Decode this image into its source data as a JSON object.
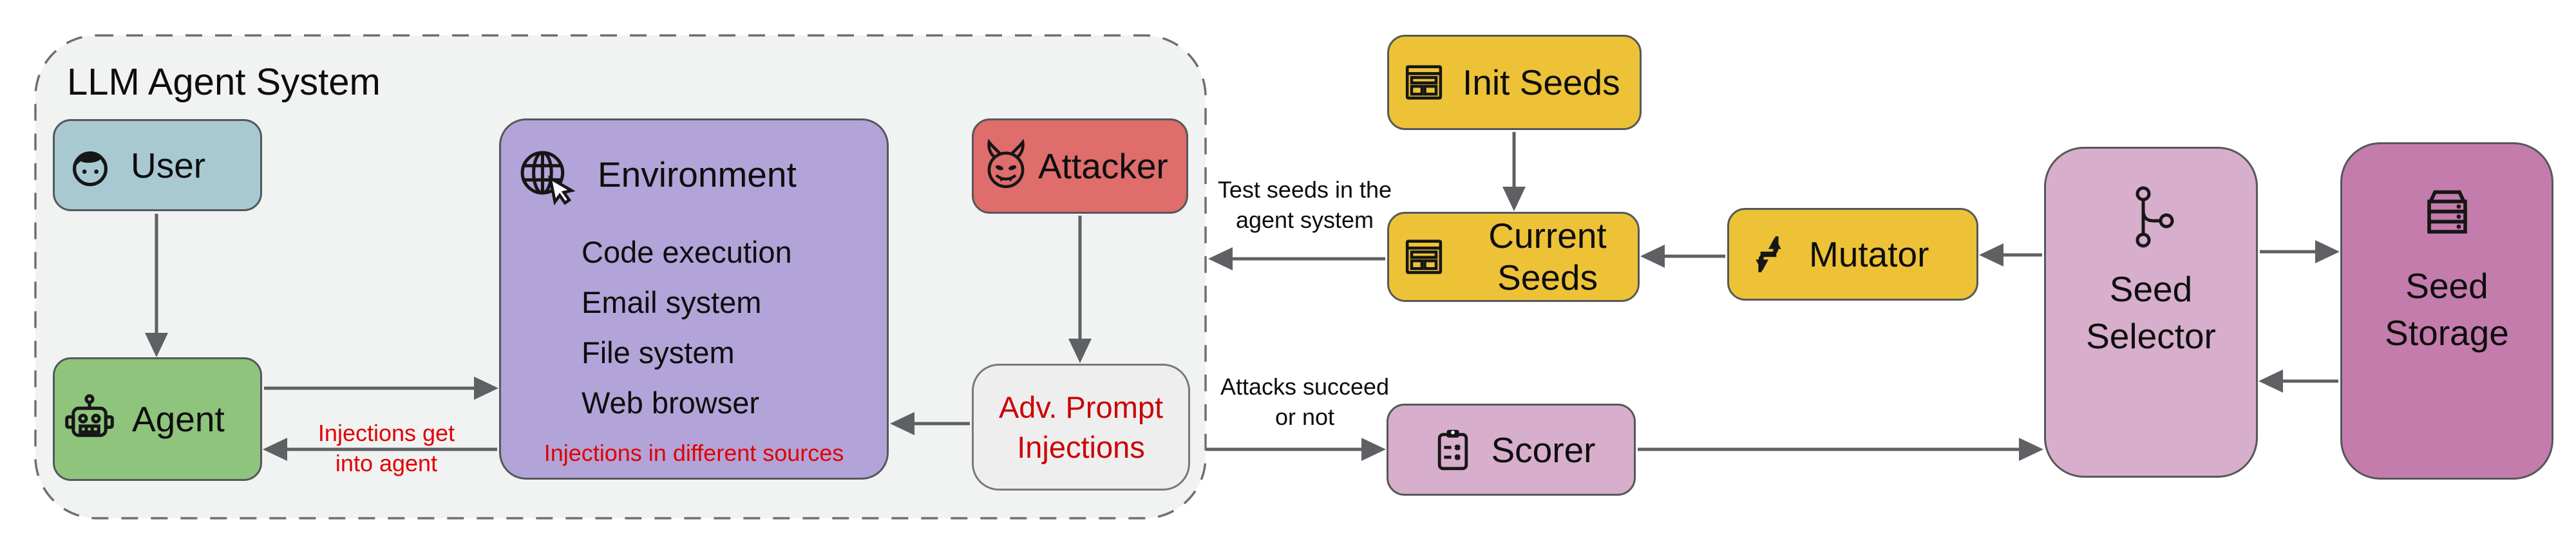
{
  "system": {
    "title": "LLM Agent System",
    "user": {
      "label": "User"
    },
    "agent": {
      "label": "Agent"
    },
    "environment": {
      "title": "Environment",
      "items": [
        "Code execution",
        "Email system",
        "File system",
        "Web browser"
      ],
      "note": "Injections in different sources"
    },
    "attacker": {
      "label": "Attacker"
    },
    "adv_prompt": {
      "line1": "Adv. Prompt",
      "line2": "Injections"
    }
  },
  "fuzzer": {
    "init_seeds": {
      "label": "Init Seeds"
    },
    "current_seeds": {
      "line1": "Current",
      "line2": "Seeds"
    },
    "mutator": {
      "label": "Mutator"
    },
    "scorer": {
      "label": "Scorer"
    },
    "seed_selector": {
      "line1": "Seed",
      "line2": "Selector"
    },
    "seed_storage": {
      "line1": "Seed",
      "line2": "Storage"
    }
  },
  "edge_labels": {
    "injections_get": {
      "line1": "Injections get",
      "line2": "into agent"
    },
    "test_seeds": {
      "line1": "Test seeds in the",
      "line2": "agent system"
    },
    "attacks": {
      "line1": "Attacks succeed",
      "line2": "or not"
    }
  },
  "colors": {
    "system_fill": "#f1f2f2",
    "user_fill": "#a8c9d2",
    "agent_fill": "#8fc47d",
    "environment_fill": "#b2a4d8",
    "attacker_fill": "#de6d6b",
    "adv_prompt_fill": "#eeeeef",
    "seed_yellow": "#edc237",
    "scorer_selector_pink": "#d7aecb",
    "storage_mauve": "#c47cac",
    "annotation_red": "#e00000",
    "adv_text_red": "#cc0000",
    "arrow_gray": "#5f6063"
  }
}
